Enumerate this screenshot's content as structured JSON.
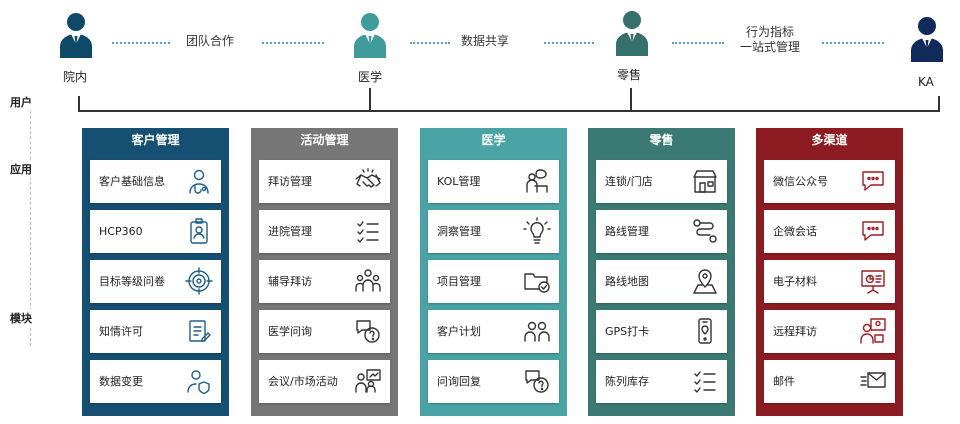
{
  "users": [
    {
      "label": "院内",
      "color": "#0e4a68"
    },
    {
      "label": "医学",
      "color": "#3f9c9b"
    },
    {
      "label": "零售",
      "color": "#35706b"
    },
    {
      "label": "KA",
      "color": "#102a5c"
    }
  ],
  "links": [
    {
      "label": "团队合作"
    },
    {
      "label": "数据共享"
    },
    {
      "label": "行为指标",
      "label2": "一站式管理"
    }
  ],
  "axis": [
    "用户",
    "应用",
    "模块"
  ],
  "columns": [
    {
      "title": "客户管理",
      "color": "#154f72",
      "items": [
        {
          "label": "客户基础信息",
          "icon": "doctor-icon"
        },
        {
          "label": "HCP360",
          "icon": "id-badge-icon"
        },
        {
          "label": "目标等级问卷",
          "icon": "target-icon"
        },
        {
          "label": "知情许可",
          "icon": "document-edit-icon"
        },
        {
          "label": "数据变更",
          "icon": "person-shield-icon"
        }
      ]
    },
    {
      "title": "活动管理",
      "color": "#767676",
      "items": [
        {
          "label": "拜访管理",
          "icon": "handshake-icon"
        },
        {
          "label": "进院管理",
          "icon": "checklist-icon"
        },
        {
          "label": "辅导拜访",
          "icon": "group-icon"
        },
        {
          "label": "医学问询",
          "icon": "question-chat-icon"
        },
        {
          "label": "会议/市场活动",
          "icon": "meeting-icon"
        }
      ]
    },
    {
      "title": "医学",
      "color": "#4aa3a4",
      "items": [
        {
          "label": "KOL管理",
          "icon": "speaker-icon"
        },
        {
          "label": "洞察管理",
          "icon": "lightbulb-icon"
        },
        {
          "label": "项目管理",
          "icon": "folder-check-icon"
        },
        {
          "label": "客户计划",
          "icon": "people-icon"
        },
        {
          "label": "问询回复",
          "icon": "question-chat-icon"
        }
      ]
    },
    {
      "title": "零售",
      "color": "#3b7a73",
      "items": [
        {
          "label": "连锁/门店",
          "icon": "store-icon"
        },
        {
          "label": "路线管理",
          "icon": "route-icon"
        },
        {
          "label": "路线地图",
          "icon": "map-pin-icon"
        },
        {
          "label": "GPS打卡",
          "icon": "phone-icon"
        },
        {
          "label": "陈列库存",
          "icon": "checklist-icon"
        }
      ]
    },
    {
      "title": "多渠道",
      "color": "#8c1c22",
      "items": [
        {
          "label": "微信公众号",
          "icon": "chat-bubble-icon"
        },
        {
          "label": "企微会话",
          "icon": "chat-bubble-icon"
        },
        {
          "label": "电子材料",
          "icon": "presentation-icon"
        },
        {
          "label": "远程拜访",
          "icon": "remote-visit-icon"
        },
        {
          "label": "邮件",
          "icon": "mail-icon"
        }
      ]
    }
  ]
}
